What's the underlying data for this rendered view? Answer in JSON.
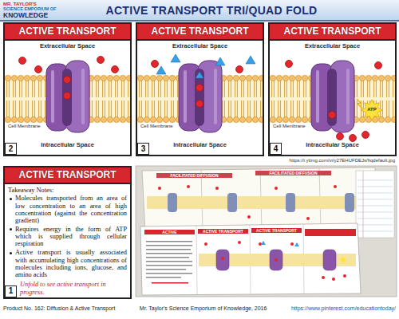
{
  "diagram": {
    "title": "ACTIVE TRANSPORT TRI/QUAD FOLD",
    "nodes": [
      {
        "text": [
          "ACTIVE TRANSPORT",
          "Extracellular Space",
          "Cell Membrane",
          "Intracellular Space"
        ]
      },
      {
        "text": [
          "2"
        ],
        "in": 0
      },
      {
        "text": [
          "ACTIVE TRANSPORT",
          "Extracellular Space",
          "Cell Membrane",
          "Intracellular Space"
        ]
      },
      {
        "text": [
          "3"
        ],
        "in": 2
      },
      {
        "text": [
          "ACTIVE TRANSPORT",
          "Extracellular Space",
          "Cell Membrane",
          "Intracellular Space"
        ]
      },
      {
        "text": [
          "4"
        ],
        "in": 4
      },
      {
        "text": [
          "ACTIVE TRANSPORT",
          "Takeaway Notes:",
          "Molecules transported from an area of low concentration to an area of high concentration (against the concentration gradient)",
          "Requires energy in the form of ATP which is supplied through cellular respiration",
          "Active transport is usually associated with accumulating high concentrations of molecules including ions, glucose, and amino acids",
          "Unfold to see active transport in progress."
        ]
      },
      {
        "text": [
          "1"
        ],
        "in": 6
      }
    ],
    "labels": [
      "MR. TAYLOR'S",
      "SCIENCE EMPORIUM OF",
      "KNOWLEDGE",
      "ATP",
      "https://i.ytimg.com/vi/y27EHUFDEJs/hqdefault.jpg",
      "FACILITATED DIFFUSION",
      "FACILITATED DIFFUSION",
      "ACTIVE",
      "ACTIVE TRANSPORT",
      "ACTIVE TRANSPORT",
      "Product No. 162: Diffusion & Active Transport",
      "Mr. Taylor's Science Emporium of Knowledge, 2016",
      "https://www.pinterest.com/educationtoday/"
    ]
  }
}
